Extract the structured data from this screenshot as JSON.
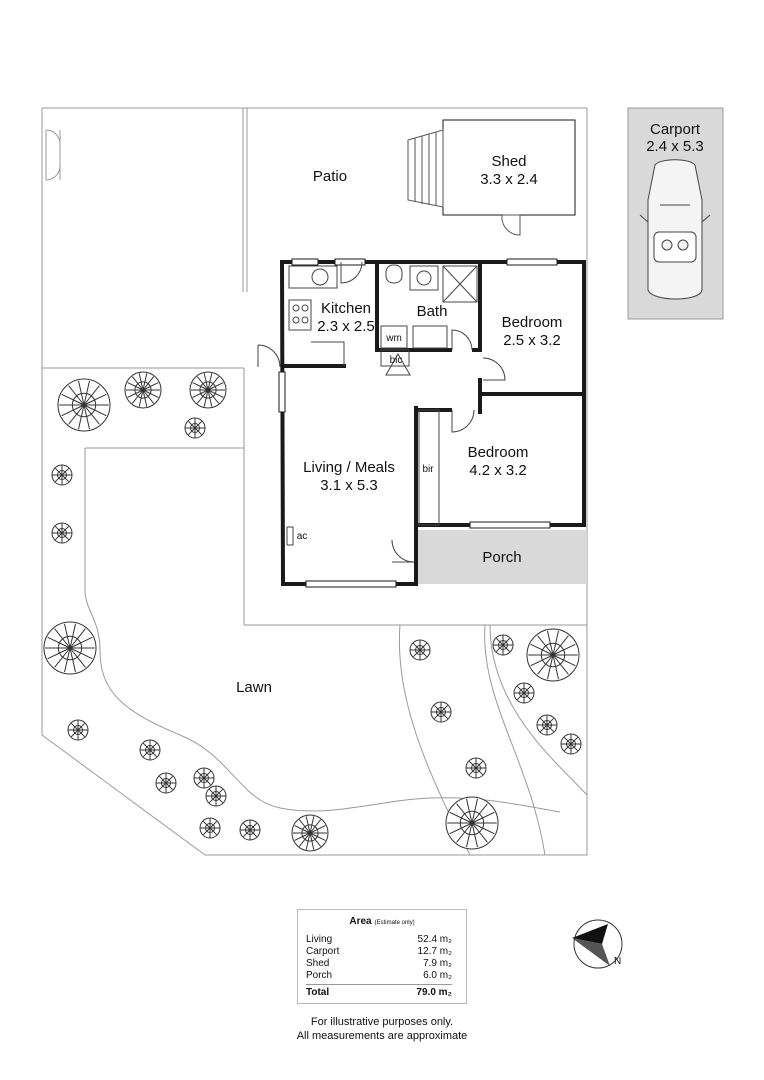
{
  "rooms": {
    "patio": {
      "name": "Patio"
    },
    "shed": {
      "name": "Shed",
      "dims": "3.3 x 2.4"
    },
    "carport": {
      "name": "Carport",
      "dims": "2.4 x 5.3"
    },
    "kitchen": {
      "name": "Kitchen",
      "dims": "2.3 x 2.5"
    },
    "bath": {
      "name": "Bath"
    },
    "bedroom1": {
      "name": "Bedroom",
      "dims": "2.5 x 3.2"
    },
    "bedroom2": {
      "name": "Bedroom",
      "dims": "4.2 x 3.2"
    },
    "living": {
      "name": "Living / Meals",
      "dims": "3.1 x 5.3"
    },
    "porch": {
      "name": "Porch"
    },
    "lawn": {
      "name": "Lawn"
    }
  },
  "fixtures": {
    "wm": "wm",
    "bic": "bic",
    "bir": "bir",
    "ac": "ac"
  },
  "colors": {
    "wall": "#1a1a1a",
    "carport_fill": "#d9d9d9",
    "porch_fill": "#d9d9d9",
    "outline": "#9a9a9a"
  },
  "area_table": {
    "title": "Area",
    "subtitle": "(Estimate only)",
    "rows": [
      {
        "label": "Living",
        "value": "52.4 m₂"
      },
      {
        "label": "Carport",
        "value": "12.7 m₂"
      },
      {
        "label": "Shed",
        "value": "7.9 m₂"
      },
      {
        "label": "Porch",
        "value": "6.0 m₂"
      }
    ],
    "total": {
      "label": "Total",
      "value": "79.0 m₂"
    }
  },
  "footnote": {
    "line1": "For illustrative purposes only.",
    "line2": "All measurements are approximate"
  },
  "compass": {
    "icon": "north-arrow-icon",
    "label": "N"
  }
}
